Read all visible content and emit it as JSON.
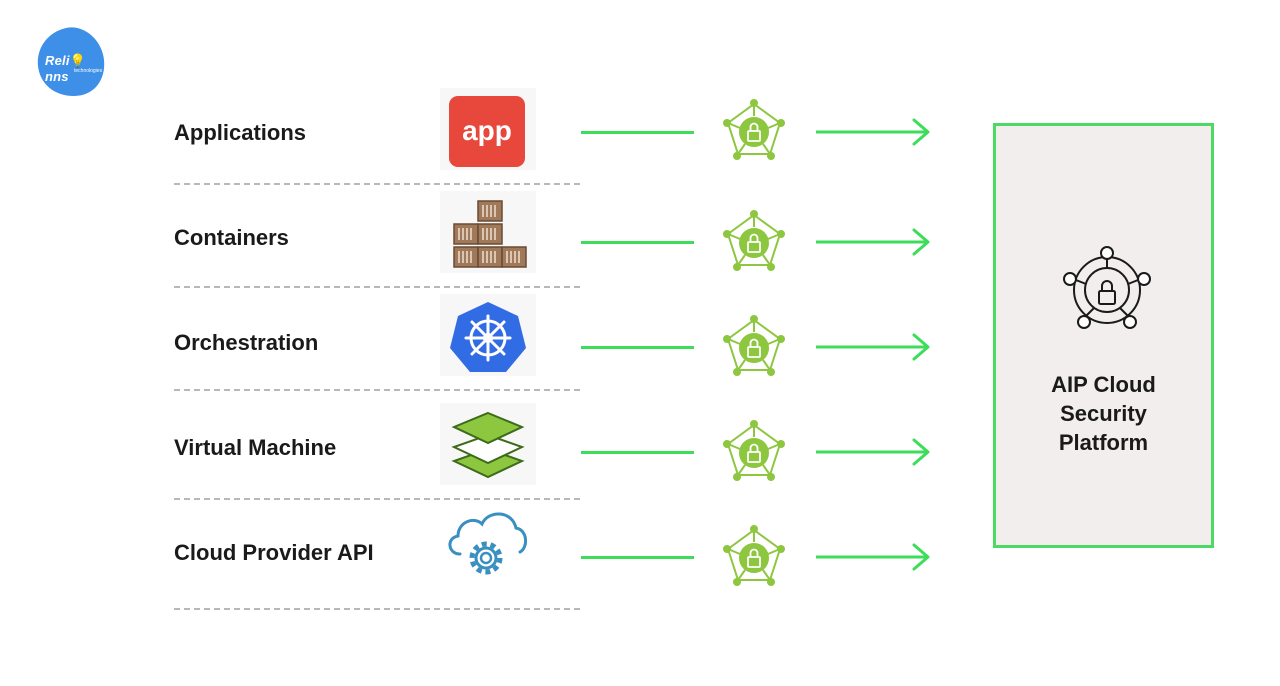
{
  "brand": {
    "logo_text": "Reli",
    "logo_text2": "nns",
    "logo_sub": "technologies"
  },
  "rows": [
    {
      "label": "Applications",
      "icon": "app-icon",
      "icon_text": "app"
    },
    {
      "label": "Containers",
      "icon": "containers-icon"
    },
    {
      "label": "Orchestration",
      "icon": "kubernetes-helm-icon"
    },
    {
      "label": "Virtual Machine",
      "icon": "layers-icon"
    },
    {
      "label": "Cloud Provider API",
      "icon": "cloud-gear-icon"
    }
  ],
  "platform": {
    "title": "AIP Cloud\nSecurity\nPlatform",
    "icon": "security-network-lock-icon"
  },
  "colors": {
    "accent_green": "#3ddc5a",
    "shield_green": "#8dc63f",
    "logo_blue": "#3d8fe8",
    "app_red": "#e8483c"
  }
}
